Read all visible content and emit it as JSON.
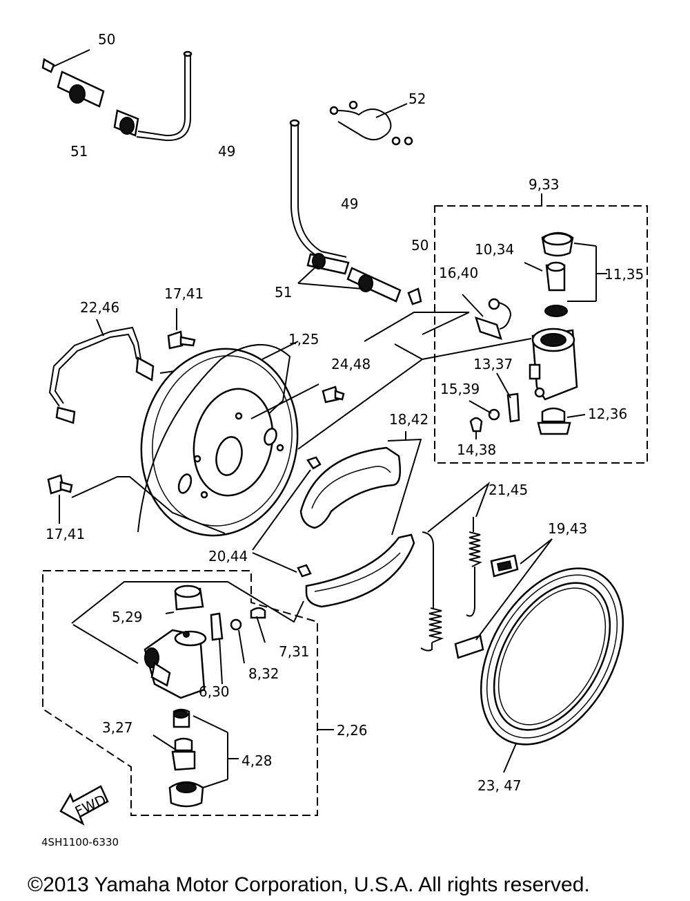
{
  "labels": {
    "l50a": "50",
    "l51a": "51",
    "l49a": "49",
    "l52": "52",
    "l49b": "49",
    "l51b": "51",
    "l50b": "50",
    "l933": "9,33",
    "l1034": "10,34",
    "l1135": "11,35",
    "l1640": "16,40",
    "l2246": "22,46",
    "l1741a": "17,41",
    "l125": "1,25",
    "l2448": "24,48",
    "l1337": "13,37",
    "l1539": "15,39",
    "l1236": "12,36",
    "l1438": "14,38",
    "l1842": "18,42",
    "l1741b": "17,41",
    "l2145": "21,45",
    "l1943": "19,43",
    "l2044": "20,44",
    "l529": "5,29",
    "l731": "7,31",
    "l832": "8,32",
    "l630": "6,30",
    "l226": "2,26",
    "l327": "3,27",
    "l428": "4,28",
    "l2347": "23, 47",
    "fwd": "FWD"
  },
  "diagram_code": "4SH1100-6330",
  "copyright": "©2013 Yamaha Motor Corporation, U.S.A. All rights reserved."
}
